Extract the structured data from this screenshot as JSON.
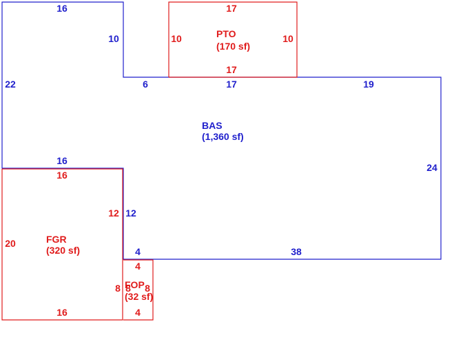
{
  "colors": {
    "blue": "#1f1fcc",
    "red": "#e01b1b",
    "background": "#ffffff"
  },
  "areas": {
    "bas": {
      "code": "BAS",
      "area": "(1,360 sf)"
    },
    "pto": {
      "code": "PTO",
      "area": "(170 sf)"
    },
    "fgr": {
      "code": "FGR",
      "area": "(320 sf)"
    },
    "fop": {
      "code": "FOP",
      "area": "(32 sf)"
    }
  },
  "dimensions": {
    "bas_top_left": "16",
    "bas_notch_side": "10",
    "bas_left": "22",
    "bas_notch_bottom": "6",
    "bas_under_pto": "17",
    "bas_top_right": "19",
    "bas_right": "24",
    "bas_mid_left": "16",
    "bas_step_side": "12",
    "bas_step_bottom": "4",
    "bas_bottom": "38",
    "pto_top": "17",
    "pto_left": "10",
    "pto_right": "10",
    "pto_bottom": "17",
    "fgr_top": "16",
    "fgr_left": "20",
    "fgr_right": "12",
    "fgr_bottom": "16",
    "fop_top": "4",
    "fop_left": "8",
    "fop_inner": "8",
    "fop_right": "8",
    "fop_bottom": "4"
  }
}
